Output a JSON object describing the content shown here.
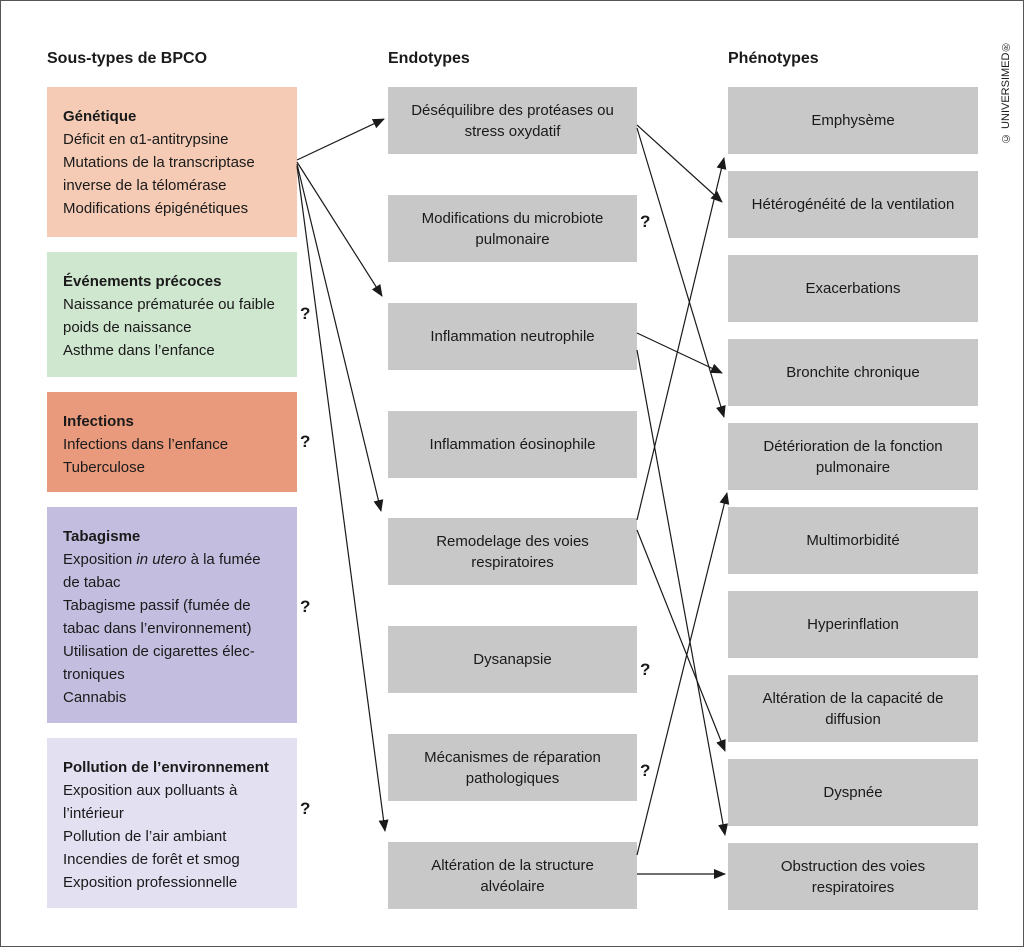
{
  "headers": {
    "subtypes": "Sous-types de BPCO",
    "endotypes": "Endotypes",
    "phenotypes": "Phénotypes"
  },
  "copyright": "© UNIVERSIMED®",
  "subtypes": [
    {
      "title": "Génétique",
      "color": "#f5cbb5",
      "lines": [
        "Déficit en α1-antitrypsine",
        "Mutations de la transcriptase",
        "inverse de la télomérase",
        "Modifications épigénétiques"
      ]
    },
    {
      "title": "Événements précoces",
      "color": "#cfe6cf",
      "lines": [
        "Naissance prématurée ou faible",
        "poids de naissance",
        "Asthme dans l’enfance"
      ]
    },
    {
      "title": "Infections",
      "color": "#e99a7d",
      "lines": [
        "Infections dans l’enfance",
        "Tuberculose"
      ]
    },
    {
      "title": "Tabagisme",
      "color": "#c3bee0",
      "lines": [
        "Exposition ",
        "de tabac",
        "Tabagisme passif (fumée de",
        "tabac dans l’environnement)",
        "Utilisation de cigarettes élec-",
        "troniques",
        "Cannabis"
      ],
      "line0_em": "in utero",
      "line0_tail": " à la fumée"
    },
    {
      "title": "Pollution de l’environnement",
      "color": "#e3e0f2",
      "lines": [
        "Exposition aux polluants à",
        "l’intérieur",
        "Pollution de l’air ambiant",
        "Incendies de forêt et smog",
        "Exposition professionnelle"
      ]
    }
  ],
  "endotypes": [
    "Déséquilibre des protéases ou stress oxydatif",
    "Modifications du microbiote pulmonaire",
    "Inflammation neutrophile",
    "Inflammation éosinophile",
    "Remodelage des voies respiratoires",
    "Dysanapsie",
    "Mécanismes de réparation pathologiques",
    "Altération de la structure alvéolaire"
  ],
  "phenotypes": [
    "Emphysème",
    "Hétérogénéité de la ventilation",
    "Exacerbations",
    "Bronchite chronique",
    "Détérioration de la fonction pulmonaire",
    "Multimorbidité",
    "Hyperinflation",
    "Altération de la capacité de diffusion",
    "Dyspnée",
    "Obstruction des voies respiratoires"
  ],
  "question_mark": "?",
  "colors": {
    "endotype_box": "#c8c8c8",
    "phenotype_box": "#c8c8c8",
    "arrow": "#1a1a1a"
  }
}
